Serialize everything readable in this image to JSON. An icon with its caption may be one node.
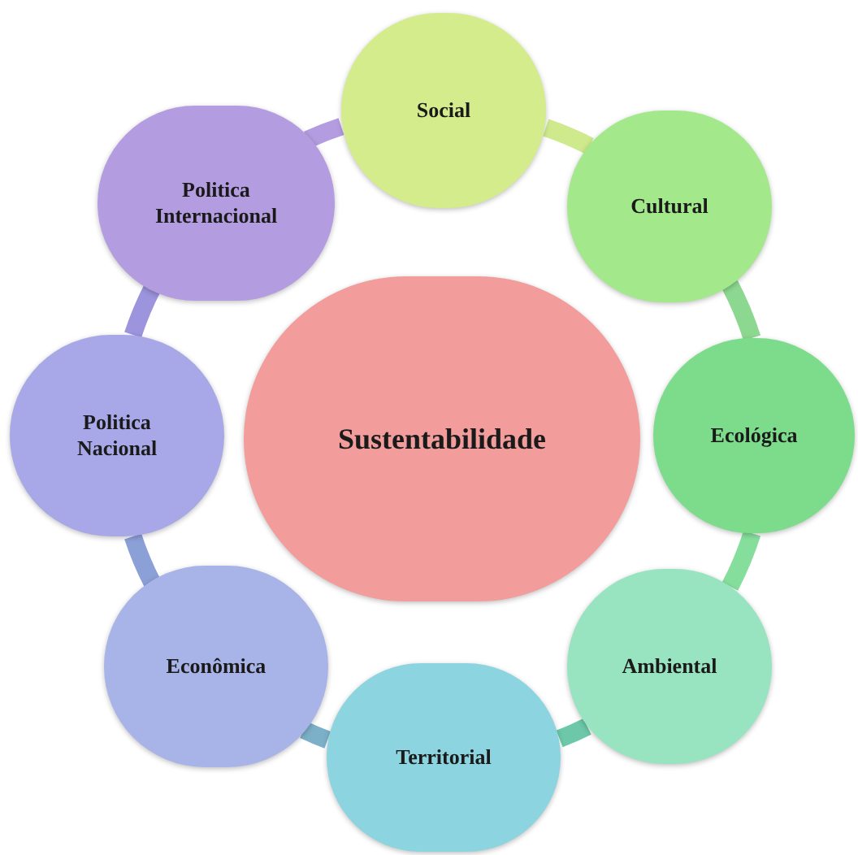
{
  "diagram": {
    "nodes": [
      {
        "text": [
          "Sustentabilidade"
        ]
      },
      {
        "text": [
          "Social"
        ]
      },
      {
        "text": [
          "Cultural"
        ]
      },
      {
        "text": [
          "Ecológica"
        ]
      },
      {
        "text": [
          "Ambiental"
        ]
      },
      {
        "text": [
          "Territorial"
        ]
      },
      {
        "text": [
          "Econômica"
        ]
      },
      {
        "text": [
          "Politica Nacional"
        ]
      },
      {
        "text": [
          "Politica Internacional"
        ]
      }
    ],
    "edges": [
      {
        "from": 8,
        "to": 1,
        "arrow": "none",
        "color": "#b49ce0"
      },
      {
        "from": 1,
        "to": 2,
        "arrow": "none",
        "color": "#cfea8c"
      },
      {
        "from": 2,
        "to": 3,
        "arrow": "none",
        "color": "#8cd890"
      },
      {
        "from": 3,
        "to": 4,
        "arrow": "none",
        "color": "#86de9c"
      },
      {
        "from": 4,
        "to": 5,
        "arrow": "none",
        "color": "#6cc8a8"
      },
      {
        "from": 5,
        "to": 6,
        "arrow": "none",
        "color": "#7cb0c8"
      },
      {
        "from": 6,
        "to": 7,
        "arrow": "none",
        "color": "#8ca0d8"
      },
      {
        "from": 7,
        "to": 8,
        "arrow": "none",
        "color": "#9c94dc"
      }
    ]
  }
}
